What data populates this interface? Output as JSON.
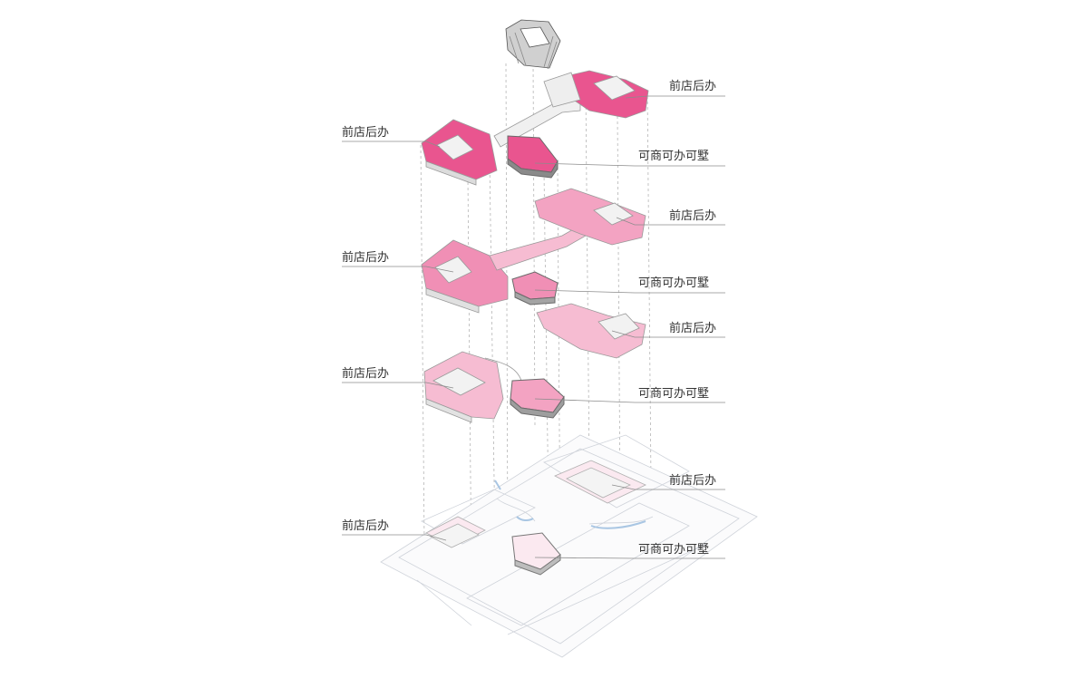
{
  "labels": {
    "l1": "前店后办",
    "l2": "前店后办",
    "l3": "可商可办可墅",
    "l4": "前店后办",
    "l5": "前店后办",
    "l6": "可商可办可墅",
    "l7": "前店后办",
    "l8": "前店后办",
    "l9": "可商可办可墅",
    "l10": "前店后办",
    "l11": "前店后办",
    "l12": "可商可办可墅"
  },
  "colors": {
    "pink_strong": "#e9558f",
    "pink_mid": "#f3a3c2",
    "pink_light": "#f9d3e2",
    "pink_pale": "#fbe9f0",
    "outline": "#9a9a9a",
    "leader_line": "#8c8c8c",
    "dashed_line": "#b5b5b5",
    "base_outline": "#cfd3da",
    "base_blue": "#a9c6e3"
  }
}
